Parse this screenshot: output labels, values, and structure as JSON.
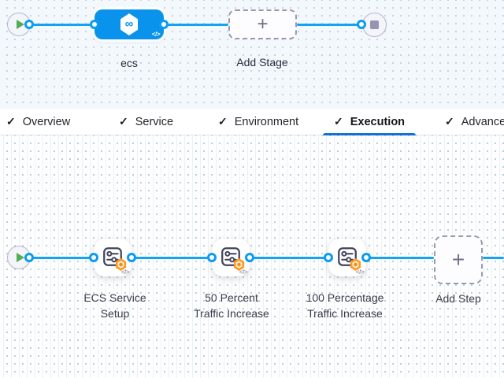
{
  "stage_section": {
    "stage_name": "ecs",
    "add_stage_label": "Add Stage"
  },
  "tabs": [
    {
      "label": "Overview"
    },
    {
      "label": "Service"
    },
    {
      "label": "Environment"
    },
    {
      "label": "Execution"
    },
    {
      "label": "Advanced"
    }
  ],
  "active_tab": "Execution",
  "execution_section": {
    "steps": [
      {
        "line1": "ECS Service",
        "line2": "Setup"
      },
      {
        "line1": "50 Percent",
        "line2": "Traffic Increase"
      },
      {
        "line1": "100 Percentage",
        "line2": "Traffic Increase"
      }
    ],
    "add_step_label": "Add Step"
  },
  "icons": {
    "check": "✓",
    "plus": "+",
    "code": "</>",
    "infinity": "∞"
  },
  "colors": {
    "edge_blue": "#12A3F2",
    "stage_blue": "#0A93EC",
    "tab_underline": "#1273D3",
    "badge_orange": "#FB9B23",
    "play_green": "#53AD53"
  }
}
